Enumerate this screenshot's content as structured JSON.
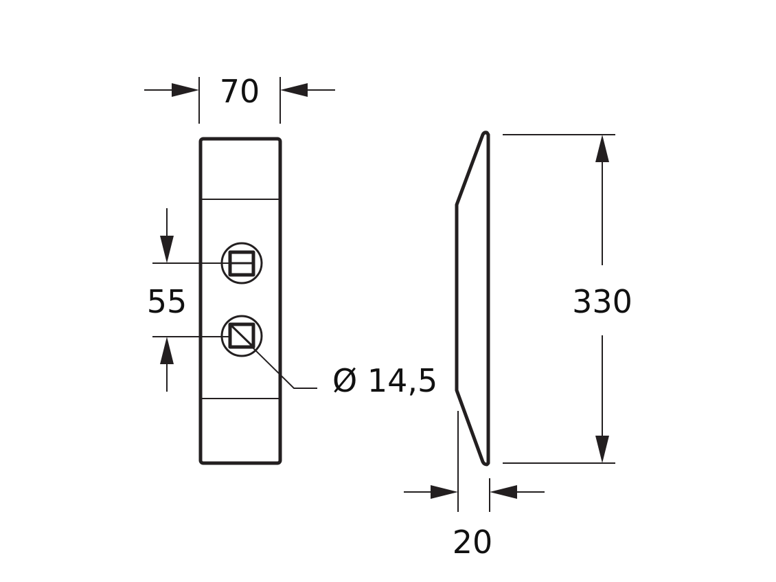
{
  "dimensions": {
    "width": "70",
    "hole_spacing": "55",
    "hole_diameter": "Ø 14,5",
    "height": "330",
    "thickness": "20"
  },
  "colors": {
    "line": "#231f20",
    "background": "#ffffff"
  }
}
